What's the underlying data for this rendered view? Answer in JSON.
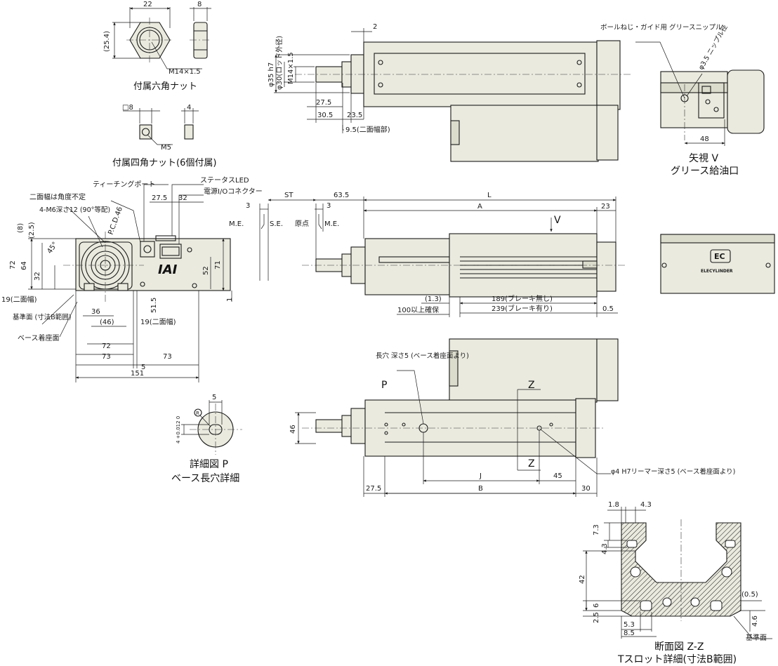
{
  "nut": {
    "hex_dims": [
      "22",
      "8",
      "(25.4)",
      "M14×1.5"
    ],
    "hex_caption": "付属六角ナット",
    "square_dims": [
      "□8",
      "4",
      "M5"
    ],
    "square_caption": "付属四角ナット(6個付属)"
  },
  "top_view": {
    "dims": [
      "φ35 h7",
      "φ30(ロッド外径)",
      "M14×1.5",
      "2",
      "27.5",
      "30.5",
      "23.5",
      "9.5(二面幅部)"
    ]
  },
  "arrow_view": {
    "callout": "ボールねじ・ガイド用 グリースニップル",
    "nipple": "φ3.5 ニップル径",
    "dim": "48",
    "caption1": "矢視 V",
    "caption2": "グリース給油口"
  },
  "front_view": {
    "callouts": [
      "ティーチングポート",
      "ステータスLED",
      "電源I/Oコネクター",
      "二面幅は角度不定",
      "4-M6深さ12 (90°等配)",
      "P.C.D.46",
      "基準面 (寸法B範囲)",
      "ベース着座面"
    ],
    "dims": [
      "27.5",
      "32",
      "(8)",
      "(2.5)",
      "72",
      "64",
      "32",
      "45°",
      "19(二面幅)",
      "52",
      "71",
      "51.5",
      "1",
      "36",
      "(46)",
      "72",
      "73",
      "73",
      "5",
      "151",
      "19(二面幅)"
    ],
    "logo": "IAI"
  },
  "side_view": {
    "dims": [
      "3",
      "ST",
      "63.5",
      "3",
      "L",
      "A",
      "23",
      "(1.3)",
      "100以上確保",
      "189(ブレーキ無し)",
      "239(ブレーキ有り)",
      "0.5"
    ],
    "labels": [
      "M.E.",
      "S.E.",
      "原点",
      "M.E.",
      "V"
    ]
  },
  "end_view": {
    "badge": "EC",
    "brand": "ELECYLINDER"
  },
  "bottom_view": {
    "labels": [
      "長穴 深さ5 (ベース着座面より)",
      "P",
      "Z",
      "Z",
      "φ4 H7リーマー深さ5 (ベース着座面より)"
    ],
    "dims": [
      "46",
      "J",
      "45",
      "27.5",
      "B",
      "30"
    ]
  },
  "detail_p": {
    "dims": [
      "5",
      "4 +0.012 0",
      "R"
    ],
    "caption1": "詳細図 P",
    "caption2": "ベース長穴詳細"
  },
  "section": {
    "dims": [
      "1.8",
      "4.3",
      "7.3",
      "4.3",
      "42",
      "6",
      "2.5",
      "5.3",
      "8.5",
      "(0.5)",
      "4.6"
    ],
    "ref": "基準面",
    "caption1": "断面図 Z-Z",
    "caption2": "Tスロット詳細(寸法B範囲)"
  }
}
